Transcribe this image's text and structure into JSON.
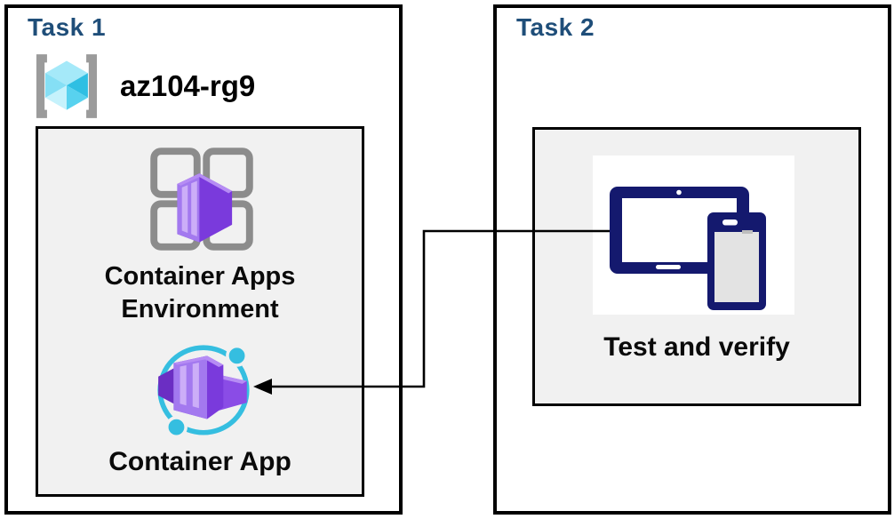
{
  "diagram": {
    "task1": {
      "title": "Task 1",
      "resource_group": {
        "name": "az104-rg9",
        "icon": "resource-group-icon"
      },
      "environment": {
        "label": "Container Apps Environment",
        "icon": "container-apps-environment-icon"
      },
      "container_app": {
        "label": "Container App",
        "icon": "container-app-icon"
      }
    },
    "task2": {
      "title": "Task 2",
      "step": {
        "label": "Test and verify",
        "icon": "devices-icon"
      }
    },
    "connector": {
      "from": "devices-icon",
      "to": "container-app-icon",
      "style": "elbow",
      "arrow_direction": "points-left-at-container-app"
    },
    "colors": {
      "task_title_navy": "#1F4E79",
      "panel_fill": "#F1F1F1",
      "border_black": "#000000",
      "orbit_cyan": "#35BEE0",
      "container_purple_light": "#A379EF",
      "container_purple_stripe": "#CCAEF8",
      "container_purple_dark": "#7A3ADC",
      "container_purple_deep": "#6B2EC3",
      "container_purple_mid": "#8A4CE6",
      "grid_gray": "#8C8C8C",
      "bracket_gray": "#9B9B9B",
      "cube_cyan_top": "#A5E9F9",
      "cube_cyan_left_dark": "#85DFF5",
      "cube_cyan_left_light": "#C6F2FC",
      "cube_cyan_right_dark": "#2FBFE3",
      "cube_cyan_right_mid": "#58D2EF",
      "device_navy": "#14196E",
      "device_screen_gray": "#E3E3E3"
    }
  }
}
